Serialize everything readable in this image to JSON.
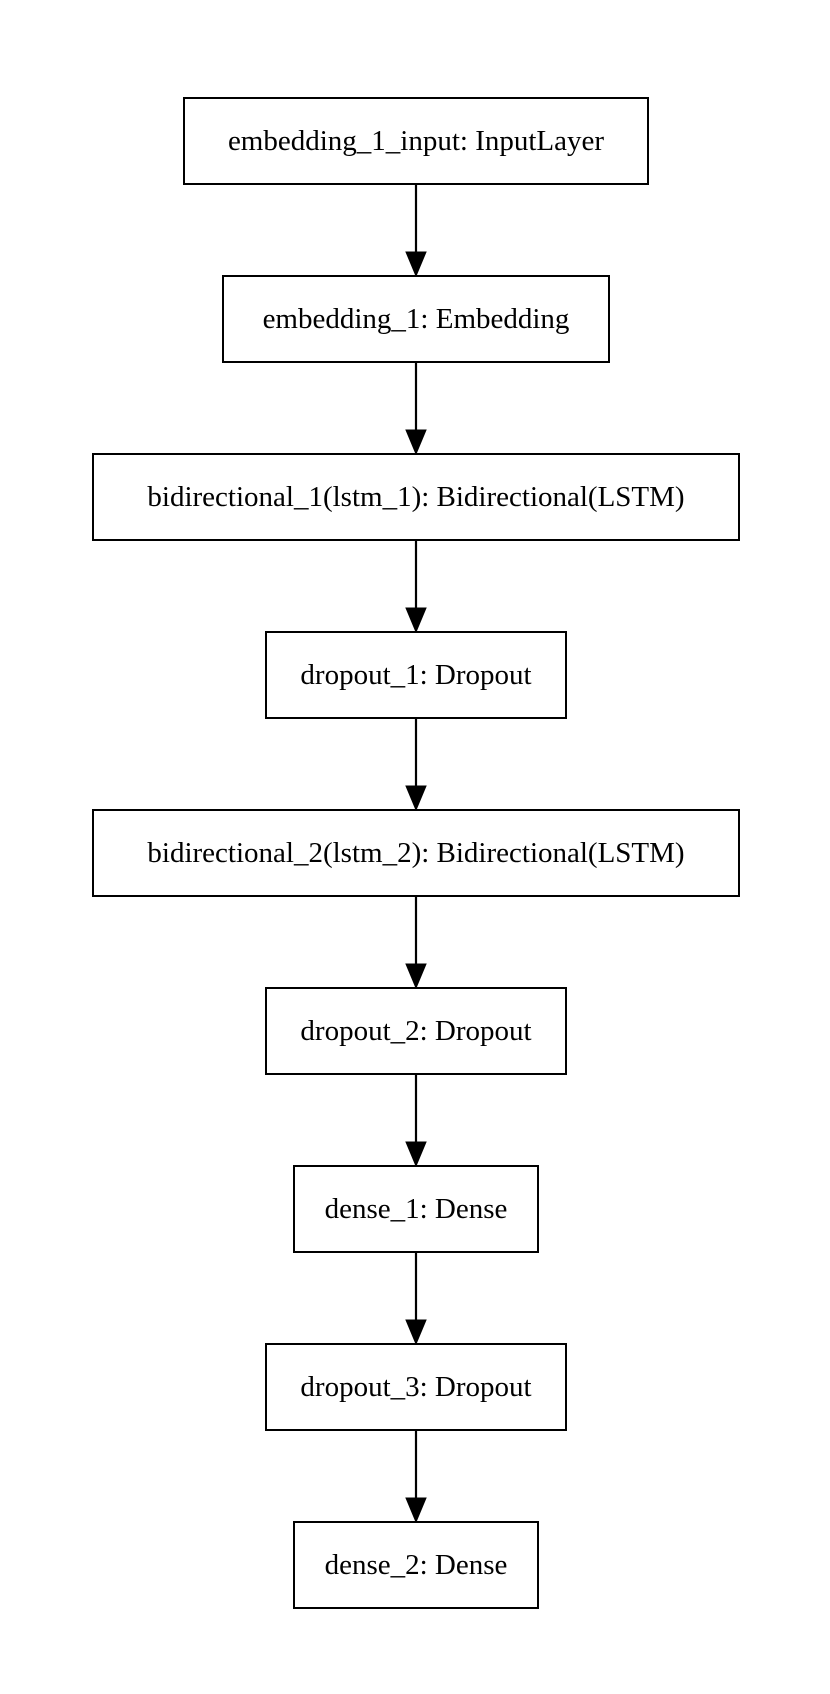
{
  "diagram": {
    "type": "flowchart",
    "direction": "top-to-bottom",
    "colors": {
      "background": "#ffffff",
      "stroke": "#000000",
      "text": "#000000"
    },
    "nodes": [
      {
        "id": "embedding_1_input",
        "label": "embedding_1_input: InputLayer"
      },
      {
        "id": "embedding_1",
        "label": "embedding_1: Embedding"
      },
      {
        "id": "bidirectional_1",
        "label": "bidirectional_1(lstm_1): Bidirectional(LSTM)"
      },
      {
        "id": "dropout_1",
        "label": "dropout_1: Dropout"
      },
      {
        "id": "bidirectional_2",
        "label": "bidirectional_2(lstm_2): Bidirectional(LSTM)"
      },
      {
        "id": "dropout_2",
        "label": "dropout_2: Dropout"
      },
      {
        "id": "dense_1",
        "label": "dense_1: Dense"
      },
      {
        "id": "dropout_3",
        "label": "dropout_3: Dropout"
      },
      {
        "id": "dense_2",
        "label": "dense_2: Dense"
      }
    ],
    "edges": [
      {
        "from": "embedding_1_input",
        "to": "embedding_1"
      },
      {
        "from": "embedding_1",
        "to": "bidirectional_1"
      },
      {
        "from": "bidirectional_1",
        "to": "dropout_1"
      },
      {
        "from": "dropout_1",
        "to": "bidirectional_2"
      },
      {
        "from": "bidirectional_2",
        "to": "dropout_2"
      },
      {
        "from": "dropout_2",
        "to": "dense_1"
      },
      {
        "from": "dense_1",
        "to": "dropout_3"
      },
      {
        "from": "dropout_3",
        "to": "dense_2"
      }
    ]
  }
}
